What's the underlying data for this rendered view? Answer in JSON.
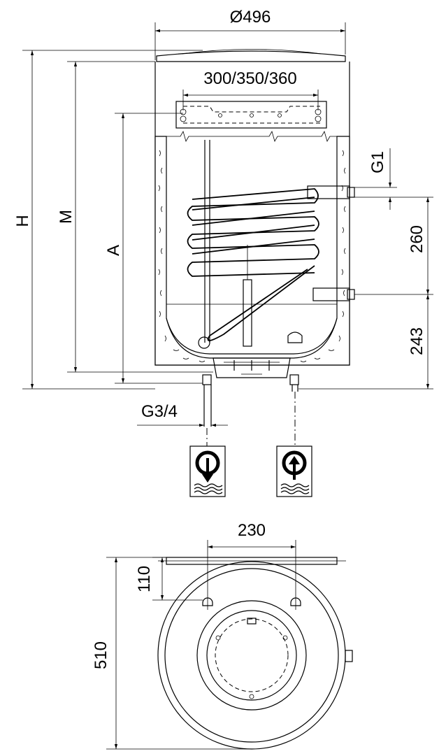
{
  "dimensions": {
    "diameter": "Ø496",
    "bracket_spacing": "300/350/360",
    "height_h": "H",
    "height_m": "M",
    "height_a": "A",
    "thread_g1": "G1",
    "coil_spacing": "260",
    "lower_offset": "243",
    "thread_g34": "G3/4",
    "hole_spacing": "230",
    "hole_offset": "110",
    "depth": "510"
  },
  "icons": {
    "cold_water_inlet": "cold-water-inlet-icon",
    "hot_water_outlet": "hot-water-outlet-icon"
  },
  "colors": {
    "line": "#000000",
    "background": "#ffffff"
  }
}
